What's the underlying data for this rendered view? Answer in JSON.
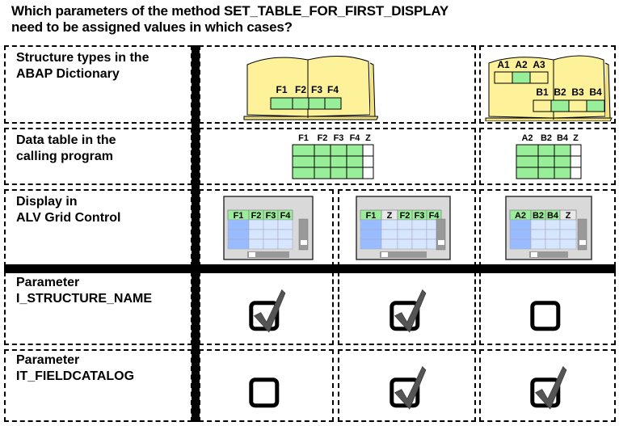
{
  "title": {
    "line1": "Which parameters of the method SET_TABLE_FOR_FIRST_DISPLAY",
    "line2": "need to be assigned values in which cases?"
  },
  "rows": {
    "structure_types": {
      "line1": "Structure types in the",
      "line2": "ABAP Dictionary"
    },
    "data_table": {
      "line1": "Data table in the",
      "line2": "calling program"
    },
    "display": {
      "line1": "Display in",
      "line2": "ALV Grid Control"
    },
    "param_structure": {
      "line1": "Parameter",
      "line2": "I_STRUCTURE_NAME"
    },
    "param_fieldcatalog": {
      "line1": "Parameter",
      "line2": "IT_FIELDCATALOG"
    }
  },
  "dictionary": {
    "book1_fields": [
      "F1",
      "F2",
      "F3",
      "F4"
    ],
    "book2_row_a": [
      "A1",
      "A2",
      "A3"
    ],
    "book2_row_a_highlight": [
      "A2"
    ],
    "book2_row_b": [
      "B1",
      "B2",
      "B3",
      "B4"
    ],
    "book2_row_b_highlight": [
      "B2",
      "B4"
    ]
  },
  "data_tables": {
    "table1_columns": [
      "F1",
      "F2",
      "F3",
      "F4",
      "Z"
    ],
    "table2_columns": [
      "A2",
      "B2",
      "B4",
      "Z"
    ]
  },
  "alv_grids": {
    "grid1_columns": [
      "F1",
      "F2",
      "F3",
      "F4"
    ],
    "grid2_columns": [
      "F1",
      "Z",
      "F2",
      "F3",
      "F4"
    ],
    "grid3_columns": [
      "A2",
      "B2",
      "B4",
      "Z"
    ]
  },
  "checkboxes": {
    "i_structure_name": [
      true,
      true,
      false
    ],
    "it_fieldcatalog": [
      false,
      true,
      true
    ]
  },
  "colors": {
    "book_page": "#fdf29a",
    "field_green": "#99ee99",
    "grid_frame": "#d9d9d9",
    "grid_cell": "#d6e6ff",
    "grid_row_header": "#99bbff",
    "checkmark": "#555555"
  }
}
